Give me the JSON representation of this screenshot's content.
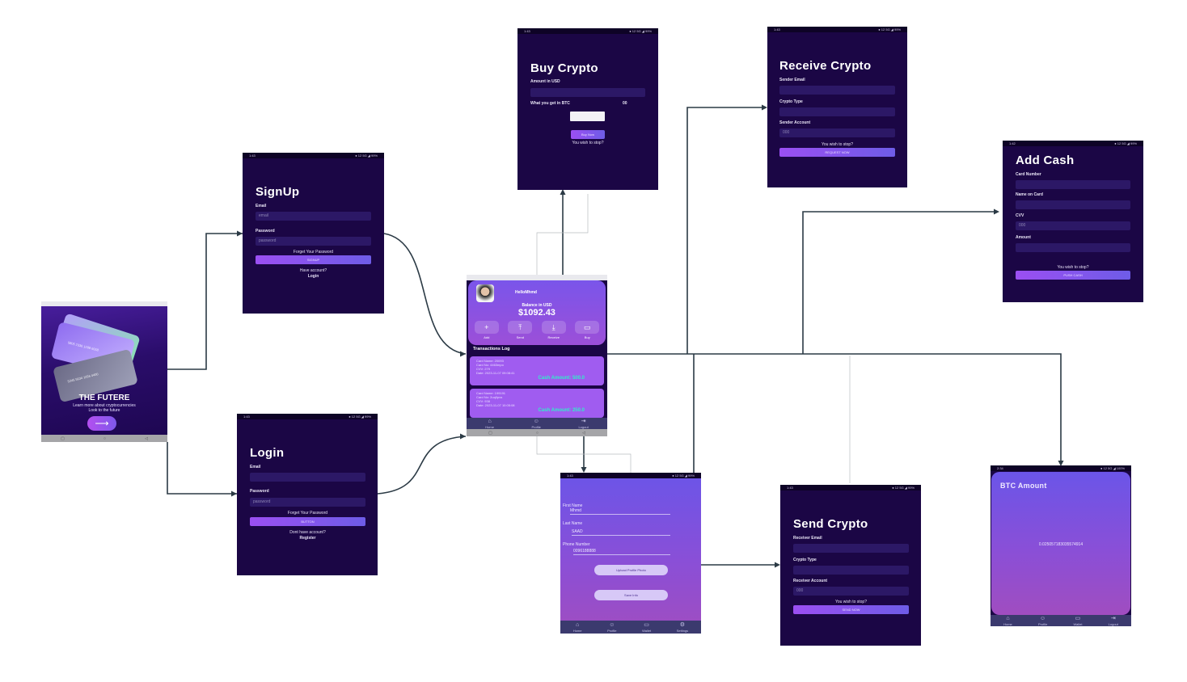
{
  "onboarding": {
    "headline": "THE FUTERE",
    "subtitle_line1": "Learn more about cryptocurrencies",
    "subtitle_line2": "Look to the future",
    "next_icon": "arrow-right-icon",
    "card1_number": "5805 2336 1098 6658",
    "card2_number": "5245 5634 1056 4400"
  },
  "signup": {
    "status_time": "1:43",
    "status_right": "● 12 5G ◢ 99%",
    "title": "SignUp",
    "email_label": "Email",
    "email_placeholder": "email",
    "password_label": "Password",
    "password_placeholder": "password",
    "forgot": "Forget Your Password",
    "button": "SIGNUP",
    "have_account": "Have account?",
    "login_link": "Login"
  },
  "login": {
    "status_time": "1:43",
    "status_right": "● 12 5G ◢ 99%",
    "title": "Login",
    "email_label": "Email",
    "password_label": "Password",
    "password_placeholder": "password",
    "forgot": "Forget Your Password",
    "button": "BUTTON",
    "no_account": "Dont have account?",
    "register_link": "Register"
  },
  "home": {
    "greeting": "HelloMhmd",
    "balance_label": "Balance in USD",
    "balance": "$1092.43",
    "actions": [
      {
        "label": "Add",
        "icon": "plus-icon",
        "glyph": "+"
      },
      {
        "label": "Send",
        "icon": "upload-icon",
        "glyph": "⤒"
      },
      {
        "label": "Receive",
        "icon": "download-icon",
        "glyph": "⤓"
      },
      {
        "label": "Buy",
        "icon": "wallet-icon",
        "glyph": "▭"
      }
    ],
    "log_title": "Transactions Log",
    "transactions": [
      {
        "name": "Card Name: 20093",
        "number": "Card No: 4463mpo",
        "cvv": "CVV: 279",
        "date": "Date: 2023-11-07 09:08:41",
        "amount": "Cash Amount: 500.0"
      },
      {
        "name": "Card Name: 199191",
        "number": "Card No: 2uq0pvs",
        "cvv": "CVV: 938",
        "date": "Date: 2023-11-07 10:05:08",
        "amount": "Cash Amount: 250.0"
      }
    ],
    "nav": [
      {
        "label": "Home",
        "icon": "home-icon",
        "glyph": "⌂"
      },
      {
        "label": "Profile",
        "icon": "profile-icon",
        "glyph": "☺"
      },
      {
        "label": "Logout",
        "icon": "logout-icon",
        "glyph": "⇥"
      }
    ]
  },
  "buy": {
    "status_time": "1:43",
    "status_right": "● 12 5G ◢ 99%",
    "title": "Buy Crypto",
    "amount_label": "Amount in USD",
    "get_label": "What you get in BTC",
    "get_value": "00",
    "button": "Buy Now",
    "stop": "You wish to stop?"
  },
  "receive": {
    "status_time": "1:43",
    "status_right": "● 12 5G ◢ 99%",
    "title": "Receive Crypto",
    "sender_email_label": "Sender Email",
    "crypto_type_label": "Crypto Type",
    "sender_account_label": "Sender Account",
    "sender_account_placeholder": "000",
    "stop": "You wish to stop?",
    "button": "REQUEST NOW"
  },
  "add_cash": {
    "status_time": "1:42",
    "status_right": "● 12 5G ◢ 99%",
    "title": "Add Cash",
    "card_number_label": "Card Number",
    "name_label": "Name on Card",
    "cvv_label": "CVV",
    "cvv_placeholder": "000",
    "amount_label": "Amount",
    "stop": "You wish to stop?",
    "button": "PUSH CASH"
  },
  "profile": {
    "status_time": "1:43",
    "status_right": "● 12 5G ◢ 99%",
    "first_name_label": "First Name",
    "first_name": "Mhmd",
    "last_name_label": "Last Name",
    "last_name": "SAAD",
    "phone_label": "Phone Number",
    "phone": "0096188888",
    "upload_button": "Upload Profile Photo",
    "save_button": "Save Info",
    "nav": [
      {
        "label": "Home",
        "icon": "home-icon",
        "glyph": "⌂"
      },
      {
        "label": "Profile",
        "icon": "profile-icon",
        "glyph": "☺"
      },
      {
        "label": "Wallet",
        "icon": "wallet-icon",
        "glyph": "▭"
      },
      {
        "label": "Settings",
        "icon": "gear-icon",
        "glyph": "⚙"
      }
    ]
  },
  "send": {
    "status_time": "1:43",
    "status_right": "● 12 5G ◢ 99%",
    "title": "Send Crypto",
    "receiver_email_label": "Receiver Email",
    "crypto_type_label": "Crypto Type",
    "receiver_account_label": "Receiver Account",
    "receiver_account_placeholder": "000",
    "stop": "You wish to stop?",
    "button": "SEND NOW"
  },
  "btc": {
    "status_time": "2:34",
    "status_right": "● 12 5G ◢ 100%",
    "title": "BTC Amount",
    "value": "0.025057183035574914",
    "nav": [
      {
        "label": "Home",
        "icon": "home-icon",
        "glyph": "⌂"
      },
      {
        "label": "Profile",
        "icon": "profile-icon",
        "glyph": "☺"
      },
      {
        "label": "Wallet",
        "icon": "wallet-icon",
        "glyph": "▭"
      },
      {
        "label": "Logout",
        "icon": "logout-icon",
        "glyph": "⇥"
      }
    ]
  },
  "colors": {
    "dark_bg": "#1b0645",
    "gradient_start": "#6b55e8",
    "gradient_end": "#a04dc0",
    "button_start": "#9b4ff2",
    "amount_text": "#2ef0c8",
    "connector": "#2b3a45"
  }
}
